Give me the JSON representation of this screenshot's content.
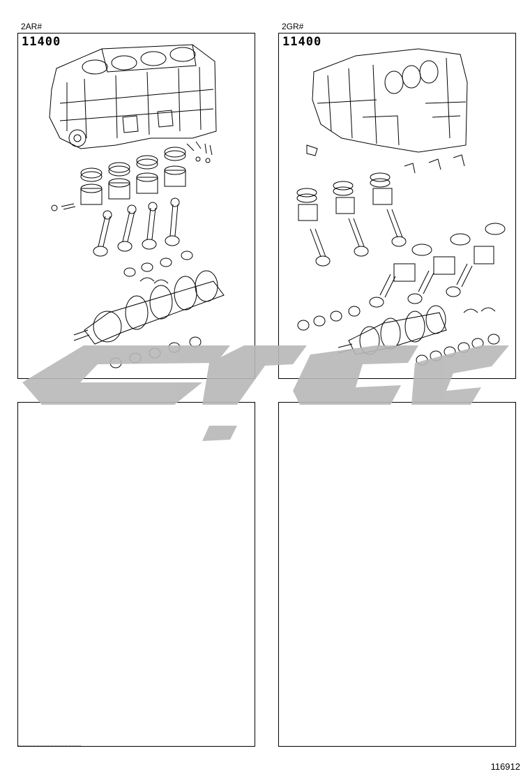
{
  "panels": [
    {
      "engine_code": "2AR#",
      "part_number": "11400",
      "content": "diagram"
    },
    {
      "engine_code": "2GR#",
      "part_number": "11400",
      "content": "diagram"
    },
    {
      "engine_code": "",
      "part_number": "",
      "content": "empty"
    },
    {
      "engine_code": "",
      "part_number": "",
      "content": "empty"
    }
  ],
  "page_number": "116912",
  "watermark": {
    "color": "#b8b8b8"
  }
}
